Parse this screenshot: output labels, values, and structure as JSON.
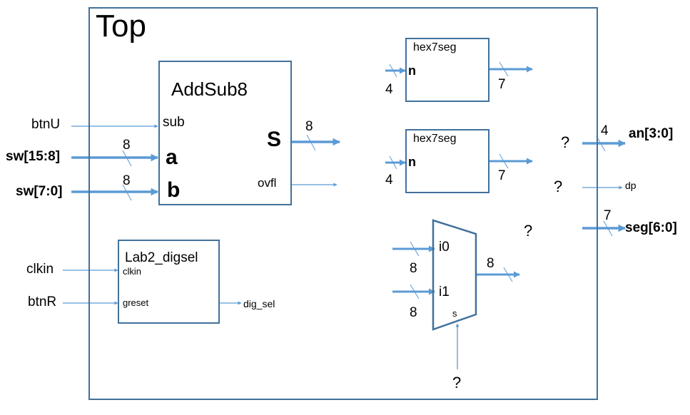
{
  "colors": {
    "wire": "#5b9bd5",
    "box": "#41719c",
    "text": "#000000"
  },
  "top": {
    "title": "Top"
  },
  "addsub": {
    "title": "AddSub8",
    "port_sub": "sub",
    "port_a": "a",
    "port_b": "b",
    "port_s": "S",
    "port_ovfl": "ovfl",
    "s_width": "8"
  },
  "inputs": {
    "btnU": "btnU",
    "sw_hi": "sw[15:8]",
    "sw_lo": "sw[7:0]",
    "sw_hi_width": "8",
    "sw_lo_width": "8",
    "clkin": "clkin",
    "btnR": "btnR"
  },
  "digsel": {
    "title": "Lab2_digsel",
    "port_clkin": "clkin",
    "port_greset": "greset",
    "out_label": "dig_sel"
  },
  "hex1": {
    "title": "hex7seg",
    "port_n": "n",
    "in_width": "4",
    "out_width": "7"
  },
  "hex2": {
    "title": "hex7seg",
    "port_n": "n",
    "in_width": "4",
    "out_width": "7"
  },
  "mux": {
    "port_i0": "i0",
    "port_i1": "i1",
    "port_s": "s",
    "i0_width": "8",
    "i1_width": "8",
    "out_width": "8",
    "sel_q": "?"
  },
  "outputs": {
    "an": "an[3:0]",
    "an_width": "4",
    "an_q": "?",
    "dp": "dp",
    "dp_q": "?",
    "seg": "seg[6:0]",
    "seg_width": "7",
    "mid_q": "?"
  }
}
